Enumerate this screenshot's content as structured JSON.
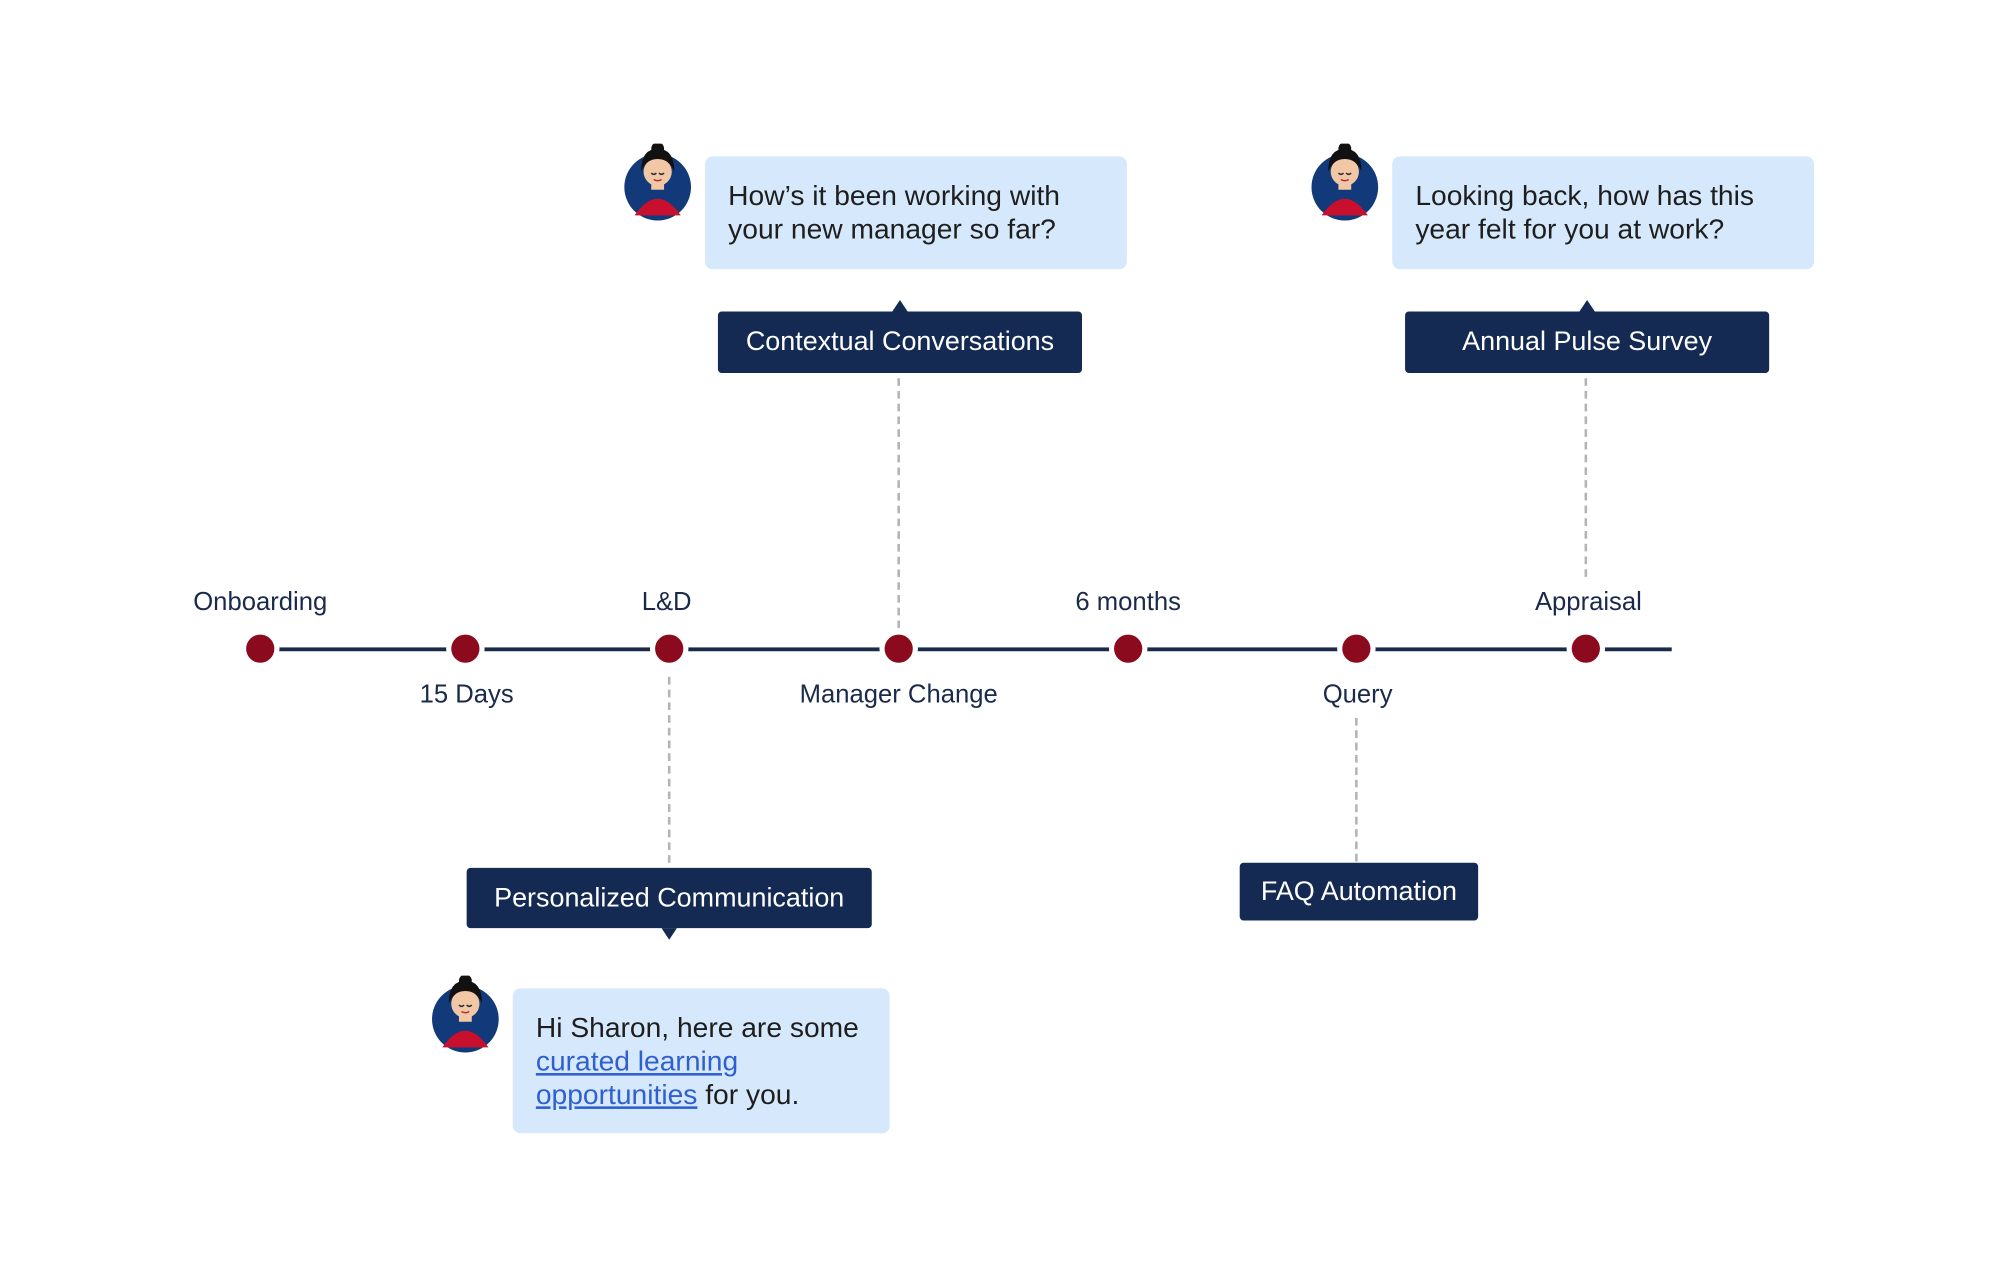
{
  "timeline": {
    "milestones": [
      {
        "label": "Onboarding",
        "position": "above"
      },
      {
        "label": "15 Days",
        "position": "below"
      },
      {
        "label": "L&D",
        "position": "above"
      },
      {
        "label": "Manager Change",
        "position": "below"
      },
      {
        "label": "6 months",
        "position": "above"
      },
      {
        "label": "Query",
        "position": "below"
      },
      {
        "label": "Appraisal",
        "position": "above"
      }
    ]
  },
  "callouts": {
    "contextual": {
      "tag": "Contextual Conversations",
      "message": [
        "How’s it been working with",
        "your new manager so far?"
      ]
    },
    "pulse": {
      "tag": "Annual Pulse Survey",
      "message": [
        "Looking back, how has this",
        "year felt for you at work?"
      ]
    },
    "personalized": {
      "tag": "Personalized Communication",
      "message_line1": "Hi Sharon, here are some",
      "link_line1": "curated learning",
      "link_line2": "opportunities",
      "message_tail": " for you."
    },
    "faq": {
      "tag": "FAQ Automation"
    }
  },
  "colors": {
    "axis": "#1b2a4a",
    "dot": "#8b0a1e",
    "tag_bg": "#142a52",
    "bubble_bg": "#d6e8fb",
    "link": "#2f5fd0"
  },
  "icons": {
    "avatar": "assistant-avatar-icon"
  }
}
